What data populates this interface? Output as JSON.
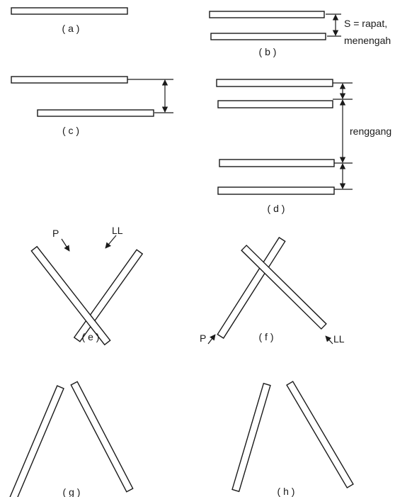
{
  "panels": {
    "a": {
      "label": "( a )"
    },
    "b": {
      "label": "( b )",
      "annotation_line1": "S = rapat,",
      "annotation_line2": "menengah"
    },
    "c": {
      "label": "( c )"
    },
    "d": {
      "label": "( d )",
      "annotation": "renggang"
    },
    "e": {
      "label": "( e )",
      "marker_p": "P",
      "marker_ll": "LL"
    },
    "f": {
      "label": "( f )",
      "marker_p": "P",
      "marker_ll": "LL"
    },
    "g": {
      "label": "( g )"
    },
    "h": {
      "label": "( h )"
    }
  }
}
